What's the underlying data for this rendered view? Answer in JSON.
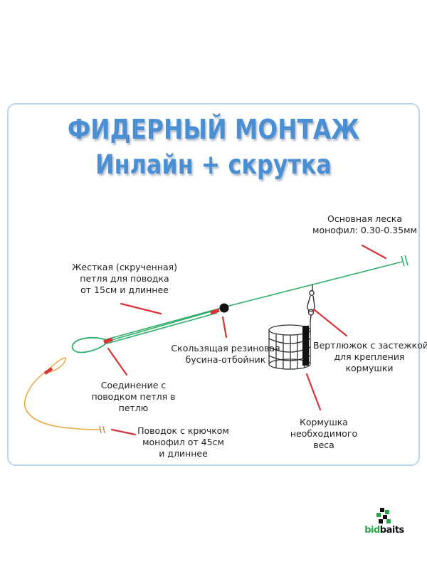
{
  "title": {
    "line1": "ФИДЕРНЫЙ МОНТАЖ",
    "line2": "Инлайн + скрутка"
  },
  "labels": {
    "main_line": [
      "Основная леска",
      "монофил: 0.30-0.35мм"
    ],
    "stiff_loop": [
      "Жесткая (скрученная)",
      "петля для поводка",
      "от 15см и длиннее"
    ],
    "bead": [
      "Скользящая резиновая",
      "бусина-отбойник"
    ],
    "swivel": [
      "Вертлюжок с застежкой",
      "для крепления",
      "кормушки"
    ],
    "connection": [
      "Соединение с",
      "поводком петля в",
      "петлю"
    ],
    "feeder": [
      "Кормушка",
      "необходимого",
      "веса"
    ],
    "leader": [
      "Поводок с крючком",
      "монофил от 45см",
      "и длиннее"
    ]
  },
  "logo": {
    "text_part1": "bid",
    "text_part2": "baits"
  },
  "colors": {
    "title": "#4a8fd3",
    "card_border": "#bcd6ee",
    "main_line": "#2fae6a",
    "leader": "#f0a640",
    "pointer": "#d9333a",
    "bead": "#111111",
    "logo_green": "#2aa64a"
  }
}
